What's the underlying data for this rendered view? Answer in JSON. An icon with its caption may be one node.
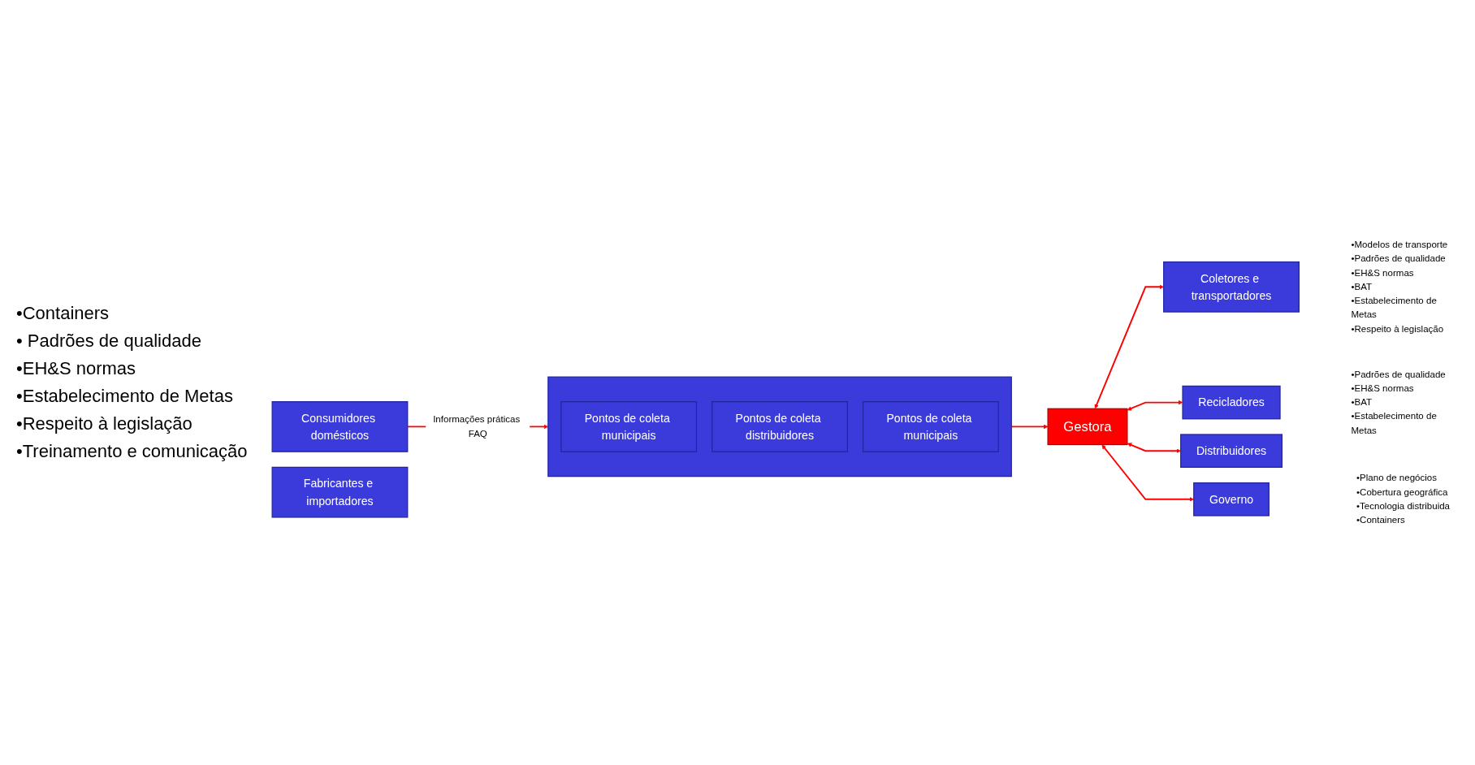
{
  "diagram": {
    "nodes": [
      {
        "text": [
          "Consumidores domésticos"
        ]
      },
      {
        "text": [],
        "shape": "box"
      },
      {
        "text": [
          "Pontos de coleta municipais"
        ],
        "in": 1
      },
      {
        "text": [
          "Pontos de coleta distribuidores"
        ],
        "in": 1
      },
      {
        "text": [
          "Pontos de coleta municipais"
        ],
        "in": 1
      },
      {
        "text": [
          "Coletores e transportadores"
        ],
        "beside": [
          "•Modelos de transporte",
          "•Padrões de qualidade",
          "•EH&S normas",
          "•BAT",
          "•Estabelecimento de  Metas",
          "•Respeito à legislação"
        ]
      },
      {
        "text": [
          "Recicladores"
        ],
        "beside": [
          "•Padrões de qualidade",
          "•EH&S normas",
          "•BAT",
          "•Estabelecimento de Metas"
        ]
      },
      {
        "text": [
          "Distribuidores"
        ]
      },
      {
        "text": [
          "Gestora"
        ]
      },
      {
        "text": [
          "Fabricantes e importadores"
        ]
      },
      {
        "text": [
          "Governo"
        ],
        "beside": [
          "•Plano de negócios",
          "•Cobertura geográfica",
          "•Tecnologia distribuida",
          "•Containers"
        ]
      }
    ],
    "edges": [
      {
        "from": 0,
        "to": 1,
        "arrow": "to",
        "label": "Informações práticas FAQ"
      },
      {
        "from": 1,
        "to": 8,
        "arrow": "to"
      },
      {
        "from": 8,
        "to": 7,
        "arrow": "both"
      },
      {
        "from": 8,
        "to": 5,
        "arrow": "both"
      },
      {
        "from": 8,
        "to": 6,
        "arrow": "both"
      },
      {
        "from": 8,
        "to": 10,
        "arrow": "both"
      }
    ],
    "labels": [
      "•Containers",
      "• Padrões de qualidade",
      "•EH&S normas",
      "•Estabelecimento de Metas",
      "•Respeito à legislação",
      "•Treinamento e comunicação"
    ]
  }
}
